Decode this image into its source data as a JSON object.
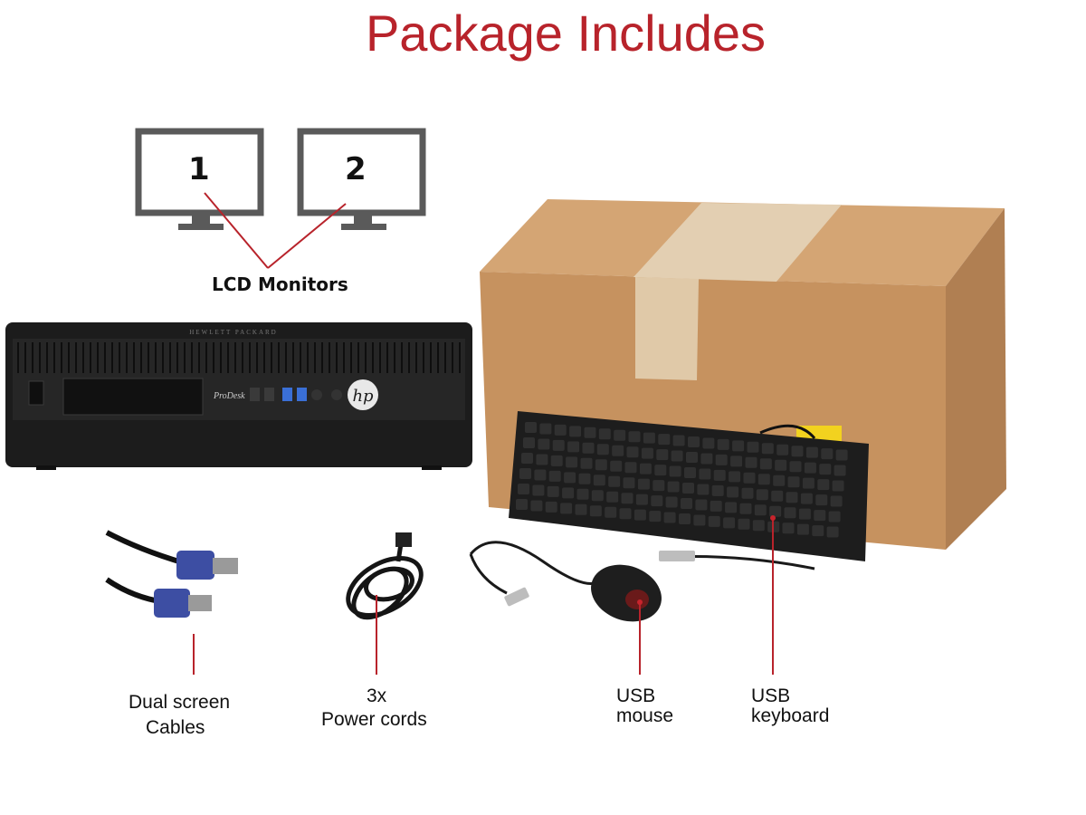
{
  "title": "Package Includes",
  "monitors": {
    "label": "LCD Monitors",
    "numbers": [
      "1",
      "2"
    ]
  },
  "pc": {
    "brand_text": "HEWLETT PACKARD",
    "model_text": "ProDesk",
    "logo_text": "hp"
  },
  "labels": {
    "cables": [
      "Dual screen",
      "Cables"
    ],
    "power": [
      "3x",
      "Power cords"
    ],
    "mouse": [
      "USB",
      "mouse"
    ],
    "keyboard": [
      "USB",
      "keyboard"
    ]
  },
  "colors": {
    "title": "#b8232b",
    "pointer": "#b8232b",
    "box": "#c89a6b",
    "tape": "#e3cfb2",
    "device": "#1c1c1c",
    "vga": "#3d4ea3"
  }
}
